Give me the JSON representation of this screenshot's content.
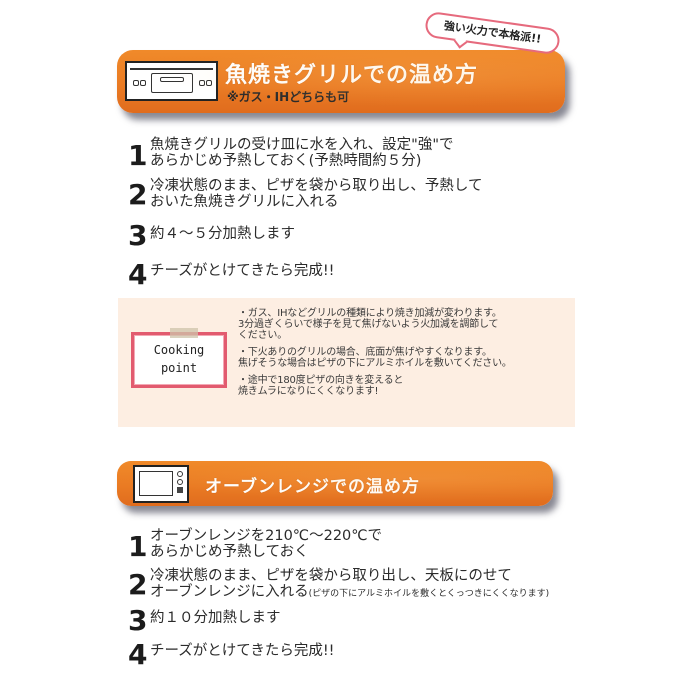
{
  "section1": {
    "title": "魚焼きグリルでの温め方",
    "subtitle": "※ガス・IHどちらも可",
    "bubble": "強い火力で本格派!!",
    "icon": "fish-grill-icon",
    "accent_color": "#ea7b23",
    "steps": [
      {
        "num": "1",
        "lines": [
          "魚焼きグリルの受け皿に水を入れ、設定\"強\"で",
          "あらかじめ予熱しておく(予熱時間約５分)"
        ]
      },
      {
        "num": "2",
        "lines": [
          "冷凍状態のまま、ピザを袋から取り出し、予熱して",
          "おいた魚焼きグリルに入れる"
        ]
      },
      {
        "num": "3",
        "lines": [
          "約４～５分加熱します"
        ]
      },
      {
        "num": "4",
        "lines": [
          "チーズがとけてきたら完成!!"
        ]
      }
    ]
  },
  "cooking_point": {
    "label_line1": "Cooking",
    "label_line2": "point",
    "bg_color": "#fdeee2",
    "frame_color": "#e25b6f",
    "tips": [
      "・ガス、IHなどグリルの種類により焼き加減が変わります。\n3分過ぎくらいで様子を見て焦げないよう火加減を調節して\nください。",
      "・下火ありのグリルの場合、底面が焦げやすくなります。\n焦げそうな場合はピザの下にアルミホイルを敷いてください。",
      "・途中で180度ピザの向きを変えると\n焼きムラになりにくくなります!"
    ]
  },
  "section2": {
    "title": "オーブンレンジでの温め方",
    "icon": "microwave-oven-icon",
    "steps": [
      {
        "num": "1",
        "lines": [
          "オーブンレンジを210℃～220℃で",
          "あらかじめ予熱しておく"
        ]
      },
      {
        "num": "2",
        "lines": [
          "冷凍状態のまま、ピザを袋から取り出し、天板にのせて",
          "オーブンレンジに入れる"
        ],
        "note": "(ピザの下にアルミホイルを敷くとくっつきにくくなります)"
      },
      {
        "num": "3",
        "lines": [
          "約１０分加熱します"
        ]
      },
      {
        "num": "4",
        "lines": [
          "チーズがとけてきたら完成!!"
        ]
      }
    ]
  }
}
